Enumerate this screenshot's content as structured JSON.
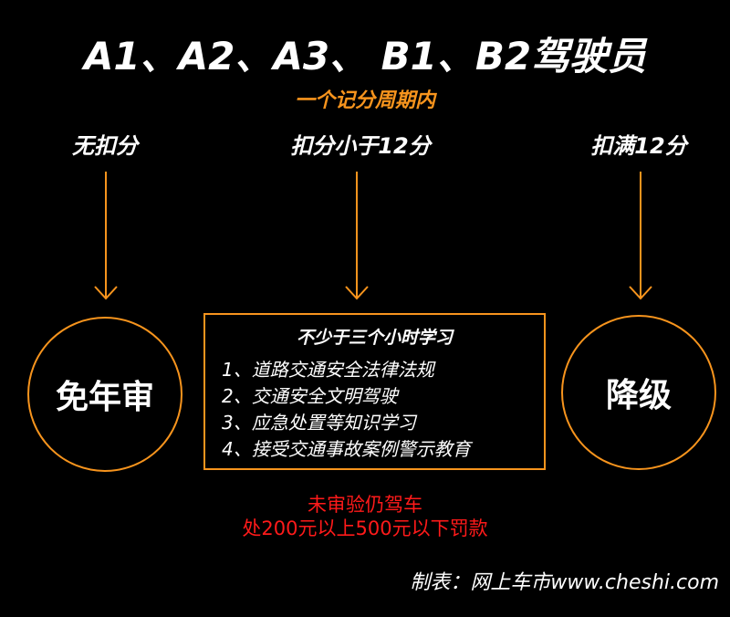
{
  "title": "A1、A2、A3、 B1、B2驾驶员",
  "subtitle": "一个记分周期内",
  "conditions": {
    "left": "无扣分",
    "middle": "扣分小于12分",
    "right": "扣满12分"
  },
  "outcomes": {
    "left": "免年审",
    "right": "降级"
  },
  "study_box": {
    "title": "不少于三个小时学习",
    "items": [
      "1、道路交通安全法律法规",
      "2、交通安全文明驾驶",
      "3、应急处置等知识学习",
      "4、接受交通事故案例警示教育"
    ]
  },
  "penalty": {
    "line1": "未审验仍驾车",
    "line2": "处200元以上500元以下罚款"
  },
  "credit": "制表：网上车市www.cheshi.com",
  "colors": {
    "accent": "#f7941d",
    "penalty": "#ff1a1a",
    "background": "#000000",
    "text": "#ffffff"
  }
}
